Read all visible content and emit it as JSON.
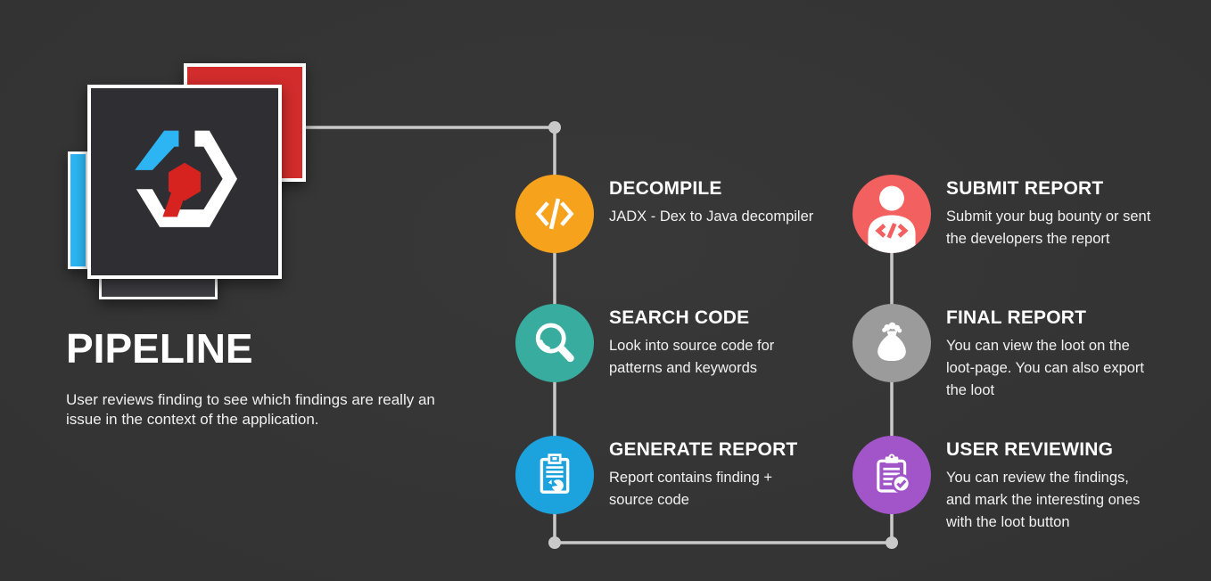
{
  "heading": {
    "title": "PIPELINE",
    "description": "User reviews finding to see which findings are really an\nissue in the context of the application."
  },
  "connector": {
    "color": "#c9c9c9"
  },
  "logo": {
    "icon": "hexagon-code-logo",
    "main_fill": "#2f2e32",
    "red": "#d22c2c",
    "cyan": "#2cb5f2",
    "shadow_fill": "#3e3d42",
    "border": "#ffffff",
    "mark_red": "#d7231f"
  },
  "steps": [
    {
      "id": "decompile",
      "title": "DECOMPILE",
      "description": "JADX - Dex to Java decompiler",
      "color": "#f6a21c",
      "icon": "code-icon"
    },
    {
      "id": "search-code",
      "title": "SEARCH CODE",
      "description": "Look into source code for\npatterns and keywords",
      "color": "#38ac9e",
      "icon": "magnifier-icon"
    },
    {
      "id": "generate-report",
      "title": "GENERATE REPORT",
      "description": "Report contains finding +\nsource code",
      "color": "#1ca3de",
      "icon": "report-pie-icon"
    },
    {
      "id": "submit-report",
      "title": "SUBMIT REPORT",
      "description": "Submit your bug bounty or sent\nthe developers the report",
      "color": "#f2605f",
      "icon": "person-code-icon"
    },
    {
      "id": "final-report",
      "title": "FINAL REPORT",
      "description": "You can view the loot on the\nloot-page. You can also export\nthe loot",
      "color": "#9b9b9b",
      "icon": "loot-bag-icon"
    },
    {
      "id": "user-reviewing",
      "title": "USER REVIEWING",
      "description": "You can review the findings,\nand mark the interesting ones\nwith the loot button",
      "color": "#a155c8",
      "icon": "clipboard-check-icon"
    }
  ]
}
